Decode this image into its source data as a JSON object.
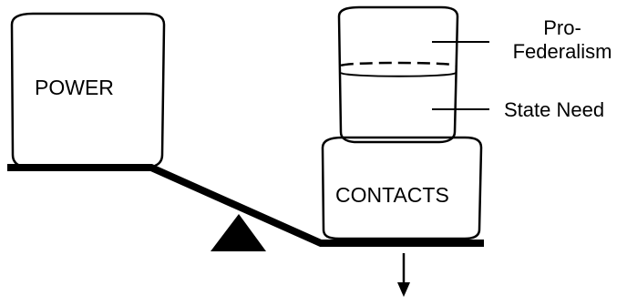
{
  "labels": {
    "power": "POWER",
    "contacts": "CONTACTS",
    "pro_federalism_line1": "Pro-",
    "pro_federalism_line2": "Federalism",
    "state_need": "State Need"
  },
  "colors": {
    "ink": "#000000",
    "paper": "#ffffff"
  }
}
